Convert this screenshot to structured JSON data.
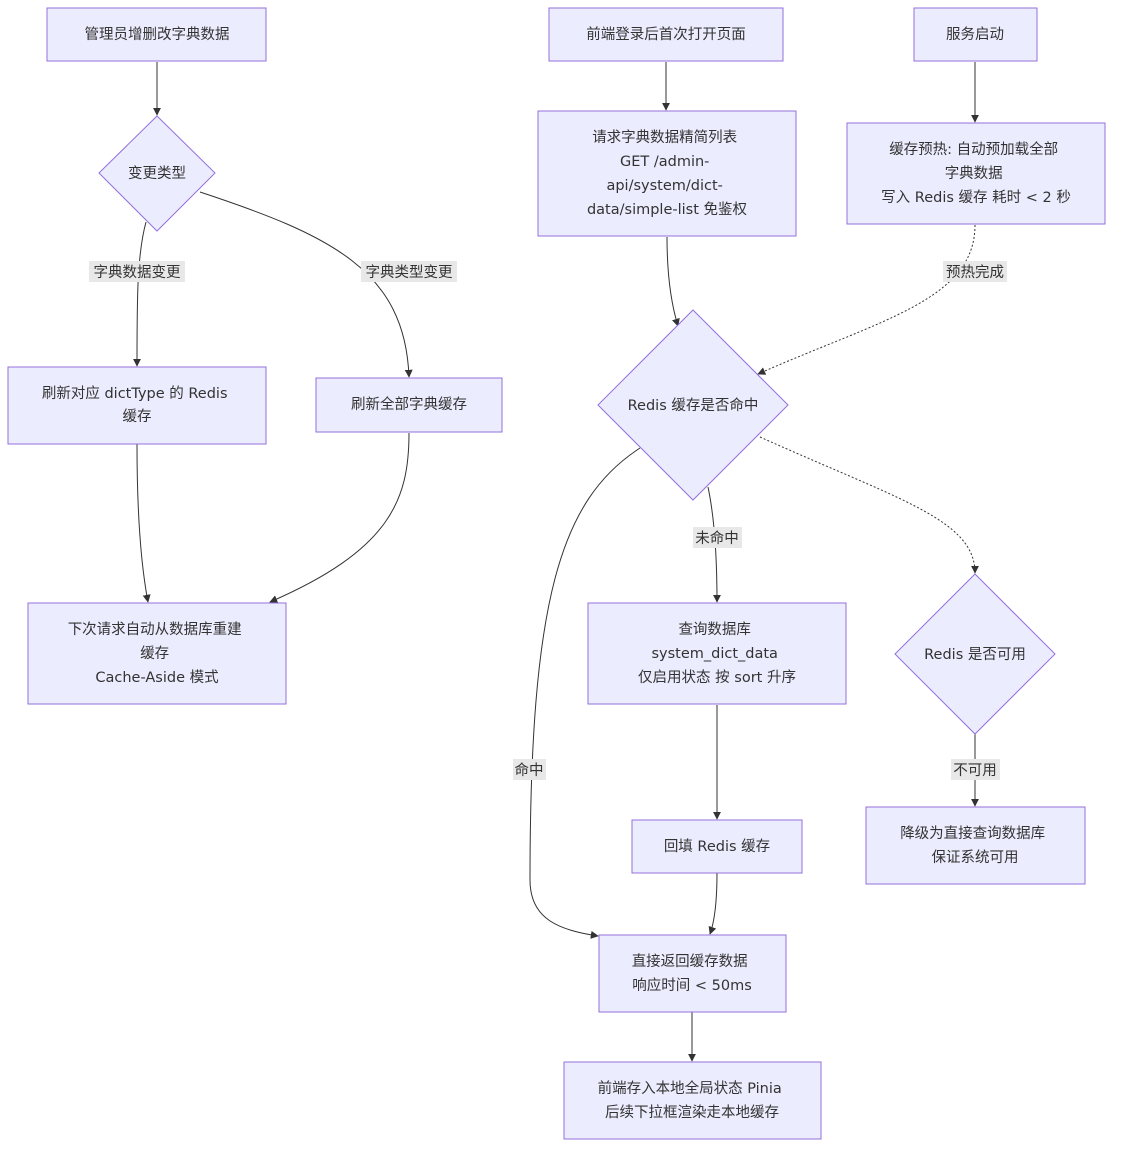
{
  "colors": {
    "node_fill": "#ECECFF",
    "node_stroke": "#9370DB",
    "edge": "#333333",
    "label_bg": "#E8E8E8",
    "text": "#333333"
  },
  "nodes": {
    "admin_crud": {
      "lines": [
        "管理员增删改字典数据"
      ]
    },
    "change_type": {
      "lines": [
        "变更类型"
      ]
    },
    "refresh_type": {
      "lines": [
        "刷新对应 dictType 的 Redis",
        "缓存"
      ]
    },
    "refresh_all": {
      "lines": [
        "刷新全部字典缓存"
      ]
    },
    "next_request_rebuild": {
      "lines": [
        "下次请求自动从数据库重建",
        "缓存",
        "Cache-Aside 模式"
      ]
    },
    "frontend_first_open": {
      "lines": [
        "前端登录后首次打开页面"
      ]
    },
    "request_simple_list": {
      "lines": [
        "请求字典数据精简列表",
        "GET /admin-",
        "api/system/dict-",
        "data/simple-list 免鉴权"
      ]
    },
    "service_start": {
      "lines": [
        "服务启动"
      ]
    },
    "cache_preheat": {
      "lines": [
        "缓存预热: 自动预加载全部",
        "字典数据",
        "写入 Redis 缓存 耗时 < 2 秒"
      ]
    },
    "redis_hit": {
      "lines": [
        "Redis 缓存是否命中"
      ]
    },
    "query_db": {
      "lines": [
        "查询数据库",
        "system_dict_data",
        "仅启用状态 按 sort 升序"
      ]
    },
    "redis_available": {
      "lines": [
        "Redis 是否可用"
      ]
    },
    "backfill_redis": {
      "lines": [
        "回填 Redis 缓存"
      ]
    },
    "degrade_db": {
      "lines": [
        "降级为直接查询数据库",
        "保证系统可用"
      ]
    },
    "return_cached": {
      "lines": [
        "直接返回缓存数据",
        "响应时间 < 50ms"
      ]
    },
    "frontend_pinia": {
      "lines": [
        "前端存入本地全局状态 Pinia",
        "后续下拉框渲染走本地缓存"
      ]
    }
  },
  "edge_labels": {
    "dict_data_change": "字典数据变更",
    "dict_type_change": "字典类型变更",
    "preheat_done": "预热完成",
    "miss": "未命中",
    "hit": "命中",
    "unavailable": "不可用"
  }
}
